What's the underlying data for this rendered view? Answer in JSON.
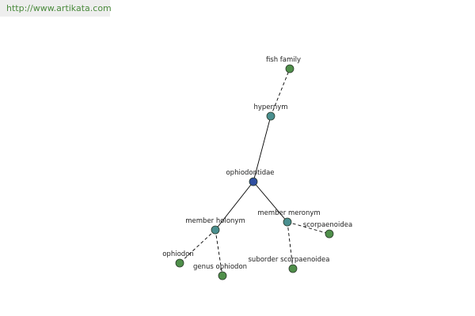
{
  "watermark": "http://www.artikata.com",
  "colors": {
    "root": "#2f4fa0",
    "relation": "#4a8f8f",
    "leaf": "#4f8f4a",
    "edge": "#000000"
  },
  "graph": {
    "nodes": [
      {
        "id": "ophiodontidae",
        "label": "ophiodontidae",
        "kind": "root"
      },
      {
        "id": "hypernym",
        "label": "hypernym",
        "kind": "relation"
      },
      {
        "id": "fish-family",
        "label": "fish family",
        "kind": "leaf"
      },
      {
        "id": "member-holonym",
        "label": "member holonym",
        "kind": "relation"
      },
      {
        "id": "ophiodon",
        "label": "ophiodon",
        "kind": "leaf"
      },
      {
        "id": "genus-ophiodon",
        "label": "genus ophiodon",
        "kind": "leaf"
      },
      {
        "id": "member-meronym",
        "label": "member meronym",
        "kind": "relation"
      },
      {
        "id": "scorpaenoidea",
        "label": "scorpaenoidea",
        "kind": "leaf"
      },
      {
        "id": "suborder-scorpaenoidea",
        "label": "suborder scorpaenoidea",
        "kind": "leaf"
      }
    ],
    "edges": [
      {
        "from": "ophiodontidae",
        "to": "hypernym",
        "style": "solid"
      },
      {
        "from": "hypernym",
        "to": "fish-family",
        "style": "dashed"
      },
      {
        "from": "ophiodontidae",
        "to": "member-holonym",
        "style": "solid"
      },
      {
        "from": "member-holonym",
        "to": "ophiodon",
        "style": "dashed"
      },
      {
        "from": "member-holonym",
        "to": "genus-ophiodon",
        "style": "dashed"
      },
      {
        "from": "ophiodontidae",
        "to": "member-meronym",
        "style": "solid"
      },
      {
        "from": "member-meronym",
        "to": "scorpaenoidea",
        "style": "dashed"
      },
      {
        "from": "member-meronym",
        "to": "suborder-scorpaenoidea",
        "style": "dashed"
      }
    ]
  }
}
